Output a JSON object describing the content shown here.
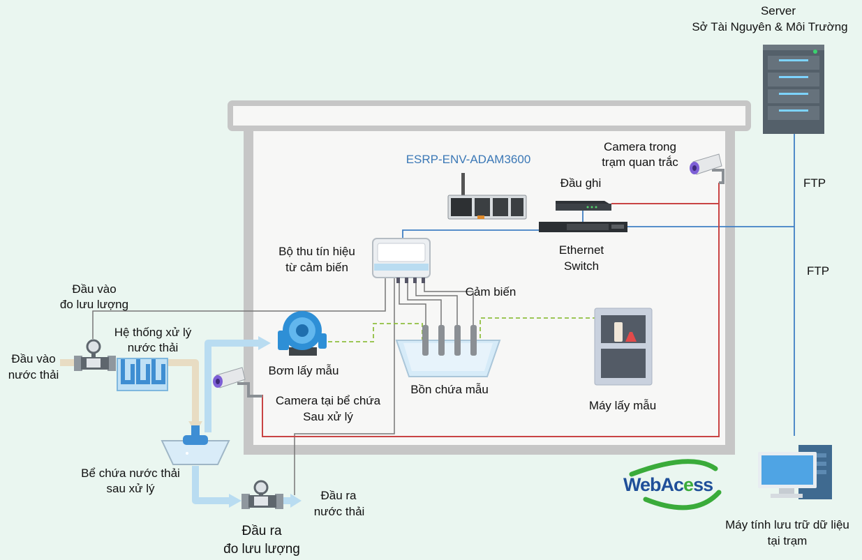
{
  "colors": {
    "background": "#eaf6f0",
    "room_fill": "#f7f7f6",
    "room_frame": "#c6c6c6",
    "data_line": "#3f7fc4",
    "camera_line": "#c94444",
    "sensor_line": "#666666",
    "sample_line": "#8fbf3f",
    "water_flow": "#b9dcf1",
    "raw_water": "#e8dcc3",
    "webaccess_blue": "#1f4f99",
    "webaccess_green": "#3aab3a"
  },
  "labels": {
    "server": "Server",
    "server_owner": "Sở Tài Nguyên & Môi Trường",
    "ftp_1": "FTP",
    "ftp_2": "FTP",
    "adam": "ESRP-ENV-ADAM3600",
    "camera_station_1": "Camera trong",
    "camera_station_2": "trạm quan trắc",
    "recorder": "Đầu ghi",
    "switch_1": "Ethernet",
    "switch_2": "Switch",
    "receiver_1": "Bộ thu tín hiệu",
    "receiver_2": "từ cảm biến",
    "sensors": "Cảm biến",
    "inflow_meter_1": "Đầu vào",
    "inflow_meter_2": "đo lưu lượng",
    "treatment_1": "Hệ thống xử lý",
    "treatment_2": "nước thải",
    "wastewater_in_1": "Đầu vào",
    "wastewater_in_2": "nước thải",
    "pump": "Bơm lấy mẫu",
    "sample_tank": "Bồn chứa mẫu",
    "sampler": "Máy lấy mẫu",
    "camera_tank_1": "Camera tại bể chứa",
    "camera_tank_2": "Sau xử lý",
    "post_tank_1": "Bể chứa nước thải",
    "post_tank_2": "sau xử lý",
    "outflow_1": "Đầu ra",
    "outflow_2": "nước thải",
    "outflow_meter_1": "Đầu ra",
    "outflow_meter_2": "đo lưu lượng",
    "webaccess_part1": "WebAc",
    "webaccess_part2": "ss",
    "computer_1": "Máy tính lưu trữ dữ liệu",
    "computer_2": "tại trạm"
  },
  "icons": [
    "server-icon",
    "adam3600-icon",
    "recorder-icon",
    "ethernet-switch-icon",
    "station-camera-icon",
    "tank-camera-icon",
    "signal-receiver-icon",
    "sensor-probes-icon",
    "sample-pump-icon",
    "sample-tank-icon",
    "sampler-cabinet-icon",
    "inflow-meter-icon",
    "outflow-meter-icon",
    "treatment-system-icon",
    "post-treatment-tank-icon",
    "computer-icon",
    "webaccess-logo"
  ]
}
